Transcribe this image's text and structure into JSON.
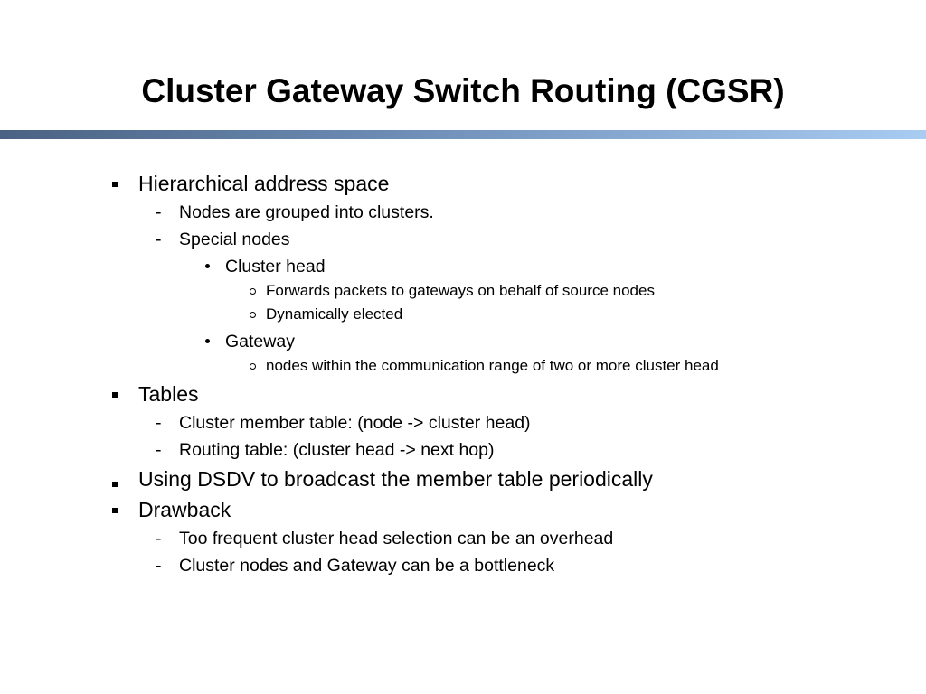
{
  "slide": {
    "title": "Cluster Gateway Switch Routing (CGSR)",
    "bullets": {
      "hierarchical": "Hierarchical address space",
      "grouped": "Nodes are grouped into clusters.",
      "special": "Special nodes",
      "cluster_head": "Cluster head",
      "forwards": "Forwards packets to gateways on behalf of source nodes",
      "elected": "Dynamically elected",
      "gateway": "Gateway",
      "gateway_nodes": "nodes within the communication range of two or more cluster head",
      "tables": "Tables",
      "member_table": "Cluster member table: (node -> cluster head)",
      "routing_table": "Routing table: (cluster head -> next hop)",
      "dsdv": "Using DSDV to broadcast the member table periodically",
      "drawback": "Drawback",
      "frequent": "Too frequent cluster head selection can be an overhead",
      "bottleneck": "Cluster nodes and Gateway can be a bottleneck"
    },
    "markers": {
      "dash": "-",
      "level1_icon": "square-bullet-icon",
      "level3_icon": "round-bullet-icon",
      "level4_icon": "ring-bullet-icon"
    },
    "colors": {
      "rule_dark": "#4a6283",
      "rule_light": "#a9ccf2"
    }
  }
}
